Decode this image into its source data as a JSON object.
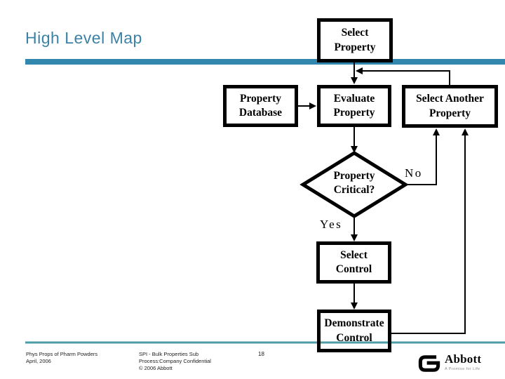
{
  "slide": {
    "title": "High Level Map",
    "colors": {
      "title_text": "#3B82A6",
      "accent_bar": "#3187AE",
      "footer_divider": "#4D9DA6",
      "flowchart_stroke": "#000000"
    }
  },
  "flowchart": {
    "nodes": {
      "select_property": "Select\nProperty",
      "property_database": "Property\nDatabase",
      "evaluate_property": "Evaluate\nProperty",
      "select_another_property": "Select Another\nProperty",
      "property_critical": "Property\nCritical?",
      "select_control": "Select\nControl",
      "demonstrate_control": "Demonstrate\nControl"
    },
    "labels": {
      "yes": "Yes",
      "no": "No"
    }
  },
  "footer": {
    "left": "Phys Props of Pharm Powders\nApril, 2006",
    "center": "SPI - Bulk Properties Sub\nProcess:Company Confidential\n© 2006 Abbott",
    "page_number": "18",
    "logo_wordmark": "Abbott",
    "logo_tagline": "A Promise for Life"
  }
}
